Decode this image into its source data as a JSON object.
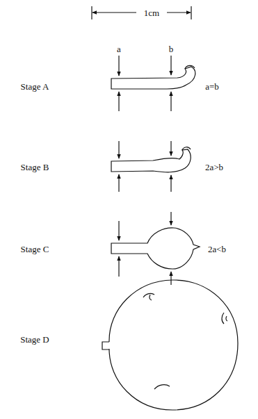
{
  "diagram": {
    "labels": [
      "1cm",
      "a",
      "b",
      "Stage A",
      "a=b",
      "Stage B",
      "2a>b",
      "Stage C",
      "2a<b",
      "Stage D"
    ]
  }
}
